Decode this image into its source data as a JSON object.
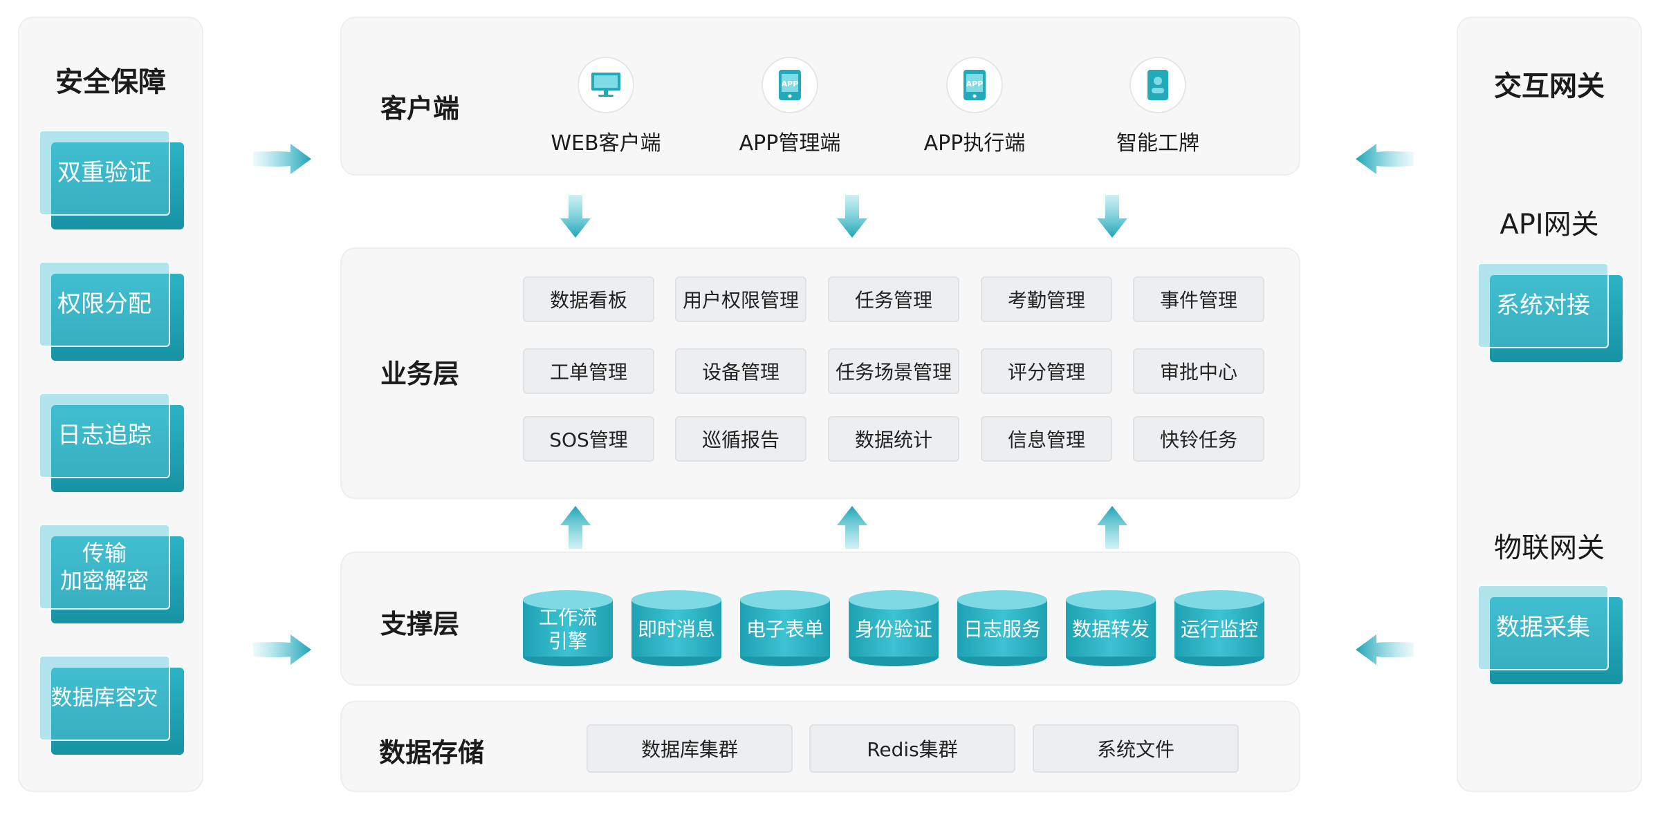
{
  "security": {
    "title": "安全保障",
    "items": [
      "双重验证",
      "权限分配",
      "日志追踪",
      "传输\n加密解密",
      "数据库容灾"
    ]
  },
  "client_layer": {
    "title": "客户端",
    "clients": [
      {
        "label": "WEB客户端",
        "icon": "monitor-icon"
      },
      {
        "label": "APP管理端",
        "icon": "app-tablet-icon",
        "badge": "APP"
      },
      {
        "label": "APP执行端",
        "icon": "app-tablet-icon",
        "badge": "APP"
      },
      {
        "label": "智能工牌",
        "icon": "badge-card-icon"
      }
    ]
  },
  "business_layer": {
    "title": "业务层",
    "modules": [
      "数据看板",
      "用户权限管理",
      "任务管理",
      "考勤管理",
      "事件管理",
      "工单管理",
      "设备管理",
      "任务场景管理",
      "评分管理",
      "审批中心",
      "SOS管理",
      "巡循报告",
      "数据统计",
      "信息管理",
      "快铃任务"
    ]
  },
  "support_layer": {
    "title": "支撑层",
    "services": [
      "工作流\n引擎",
      "即时消息",
      "电子表单",
      "身份验证",
      "日志服务",
      "数据转发",
      "运行监控"
    ]
  },
  "storage_layer": {
    "title": "数据存储",
    "items": [
      "数据库集群",
      "Redis集群",
      "系统文件"
    ]
  },
  "gateway": {
    "title": "交互网关",
    "api_title": "API网关",
    "api_item": "系统对接",
    "iot_title": "物联网关",
    "iot_item": "数据采集"
  },
  "colors": {
    "accent": "#1fa3b4",
    "accent_light": "#5ccdde",
    "panel_bg": "#f7f7f8",
    "button_bg": "#eceef0"
  }
}
